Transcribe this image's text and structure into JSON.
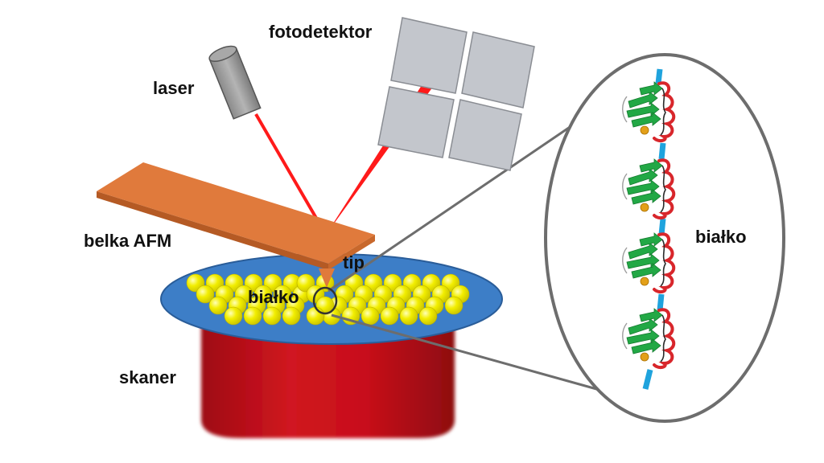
{
  "labels": {
    "photodetector": "fotodetektor",
    "laser": "laser",
    "cantilever": "belka AFM",
    "tip": "tip",
    "protein_sample": "białko",
    "protein_zoom": "białko",
    "scanner": "skaner"
  },
  "colors": {
    "laser_beam": "#ff1a1a",
    "scanner": "#c8101a",
    "stage": "#3d7ec7",
    "cantilever": "#e07a3c",
    "protein_spheres": "#f2ee00",
    "detector_panel": "#c3c6cc",
    "beta_sheet": "#22a845",
    "helix": "#d8262b",
    "linker": "#1fa3dd",
    "zoom_outline": "#6d6d6d"
  }
}
